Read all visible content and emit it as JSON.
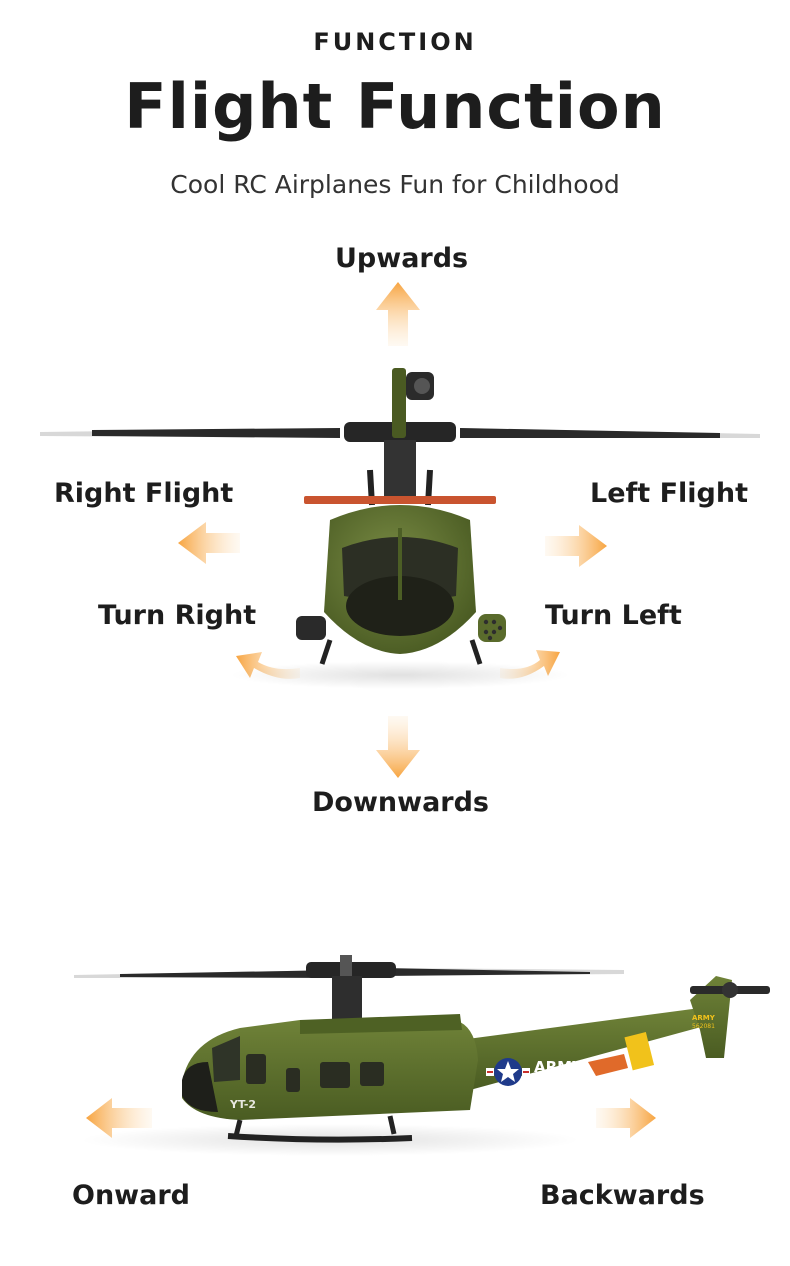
{
  "header": {
    "kicker": "FUNCTION",
    "title": "Flight Function",
    "subtitle": "Cool RC Airplanes Fun for Childhood"
  },
  "front_view": {
    "labels": {
      "up": "Upwards",
      "right_flight": "Right Flight",
      "left_flight": "Left Flight",
      "turn_right": "Turn Right",
      "turn_left": "Turn Left",
      "down": "Downwards"
    }
  },
  "side_view": {
    "labels": {
      "onward": "Onward",
      "backwards": "Backwards"
    },
    "markings": {
      "army": "ARMY",
      "model_code": "YT-2",
      "tail_army": "ARMY",
      "tail_serial": "562081"
    }
  },
  "colors": {
    "arrow": "#f7a440",
    "arrow_light": "#fde3c0",
    "helicopter_green": "#566b2a",
    "helicopter_dark": "#3e4f1d",
    "rotor": "#2a2a2a",
    "text": "#1d1d1d",
    "accent_red": "#c9542f",
    "accent_yellow": "#f1c21b"
  }
}
